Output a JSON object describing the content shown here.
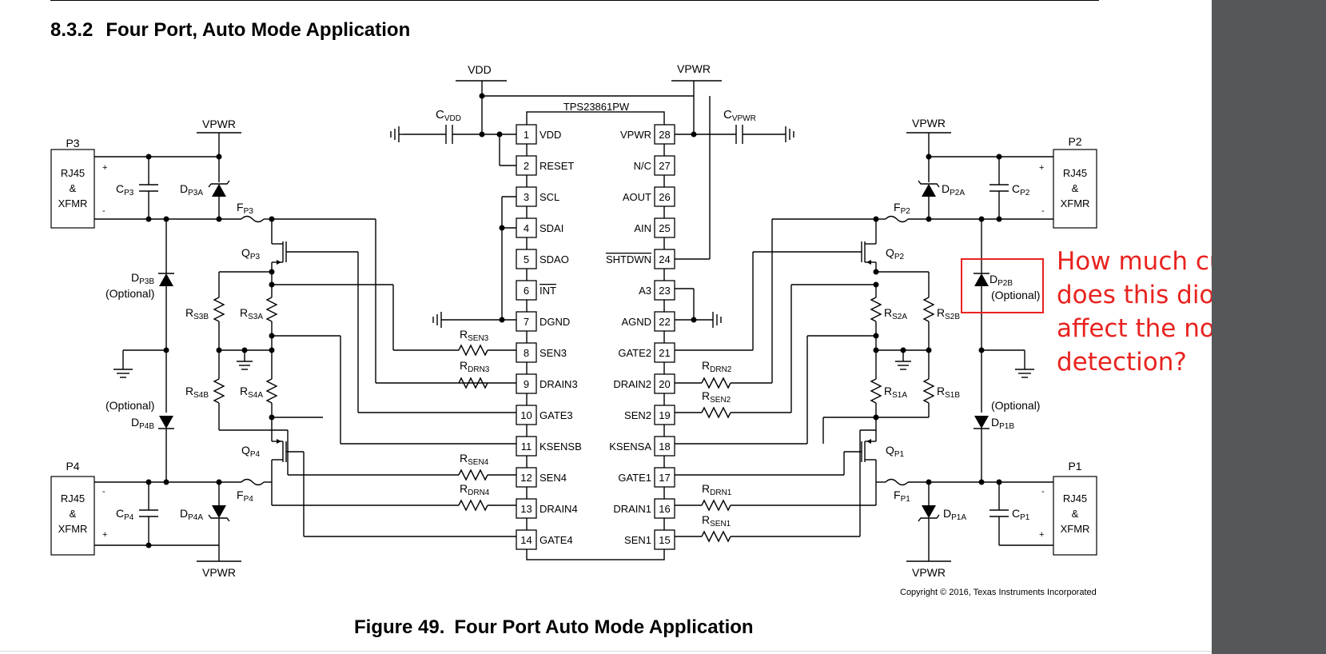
{
  "document": {
    "section_number": "8.3.2",
    "section_title": "Four Port, Auto Mode Application",
    "figure_number": "Figure 49.",
    "figure_title": "Four Port Auto Mode Application",
    "copyright": "Copyright © 2016, Texas Instruments Incorporated"
  },
  "annotation": {
    "text": "How much current does this diode leak affect the normal detection?",
    "color": "#e8231f"
  },
  "schematic": {
    "ic": {
      "part": "TPS23861PW",
      "left_pins": [
        {
          "num": "1",
          "name": "VDD"
        },
        {
          "num": "2",
          "name": "RESET"
        },
        {
          "num": "3",
          "name": "SCL"
        },
        {
          "num": "4",
          "name": "SDAI"
        },
        {
          "num": "5",
          "name": "SDAO"
        },
        {
          "num": "6",
          "name": "INT"
        },
        {
          "num": "7",
          "name": "DGND"
        },
        {
          "num": "8",
          "name": "SEN3"
        },
        {
          "num": "9",
          "name": "DRAIN3"
        },
        {
          "num": "10",
          "name": "GATE3"
        },
        {
          "num": "11",
          "name": "KSENSB"
        },
        {
          "num": "12",
          "name": "SEN4"
        },
        {
          "num": "13",
          "name": "DRAIN4"
        },
        {
          "num": "14",
          "name": "GATE4"
        }
      ],
      "right_pins": [
        {
          "num": "28",
          "name": "VPWR"
        },
        {
          "num": "27",
          "name": "N/C"
        },
        {
          "num": "26",
          "name": "AOUT"
        },
        {
          "num": "25",
          "name": "AIN"
        },
        {
          "num": "24",
          "name": "SHTDWN"
        },
        {
          "num": "23",
          "name": "A3"
        },
        {
          "num": "22",
          "name": "AGND"
        },
        {
          "num": "21",
          "name": "GATE2"
        },
        {
          "num": "20",
          "name": "DRAIN2"
        },
        {
          "num": "19",
          "name": "SEN2"
        },
        {
          "num": "18",
          "name": "KSENSA"
        },
        {
          "num": "17",
          "name": "GATE1"
        },
        {
          "num": "16",
          "name": "DRAIN1"
        },
        {
          "num": "15",
          "name": "SEN1"
        }
      ]
    },
    "rails": {
      "vdd": "VDD",
      "vpwr": "VPWR"
    },
    "caps": {
      "cvdd": {
        "main": "C",
        "sub": "VDD"
      },
      "cvpwr": {
        "main": "C",
        "sub": "VPWR"
      },
      "cp1": {
        "main": "C",
        "sub": "P1"
      },
      "cp2": {
        "main": "C",
        "sub": "P2"
      },
      "cp3": {
        "main": "C",
        "sub": "P3"
      },
      "cp4": {
        "main": "C",
        "sub": "P4"
      }
    },
    "resistors": {
      "rsen1": {
        "main": "R",
        "sub": "SEN1"
      },
      "rsen2": {
        "main": "R",
        "sub": "SEN2"
      },
      "rsen3": {
        "main": "R",
        "sub": "SEN3"
      },
      "rsen4": {
        "main": "R",
        "sub": "SEN4"
      },
      "rdrn1": {
        "main": "R",
        "sub": "DRN1"
      },
      "rdrn2": {
        "main": "R",
        "sub": "DRN2"
      },
      "rdrn3": {
        "main": "R",
        "sub": "DRN3"
      },
      "rdrn4": {
        "main": "R",
        "sub": "DRN4"
      },
      "rs1a": {
        "main": "R",
        "sub": "S1A"
      },
      "rs1b": {
        "main": "R",
        "sub": "S1B"
      },
      "rs2a": {
        "main": "R",
        "sub": "S2A"
      },
      "rs2b": {
        "main": "R",
        "sub": "S2B"
      },
      "rs3a": {
        "main": "R",
        "sub": "S3A"
      },
      "rs3b": {
        "main": "R",
        "sub": "S3B"
      },
      "rs4a": {
        "main": "R",
        "sub": "S4A"
      },
      "rs4b": {
        "main": "R",
        "sub": "S4B"
      }
    },
    "diodes": {
      "dp1a": {
        "main": "D",
        "sub": "P1A"
      },
      "dp1b": {
        "main": "D",
        "sub": "P1B"
      },
      "dp2a": {
        "main": "D",
        "sub": "P2A"
      },
      "dp2b": {
        "main": "D",
        "sub": "P2B"
      },
      "dp3a": {
        "main": "D",
        "sub": "P3A"
      },
      "dp3b": {
        "main": "D",
        "sub": "P3B"
      },
      "dp4a": {
        "main": "D",
        "sub": "P4A"
      },
      "dp4b": {
        "main": "D",
        "sub": "P4B"
      }
    },
    "fuses": {
      "fp1": {
        "main": "F",
        "sub": "P1"
      },
      "fp2": {
        "main": "F",
        "sub": "P2"
      },
      "fp3": {
        "main": "F",
        "sub": "P3"
      },
      "fp4": {
        "main": "F",
        "sub": "P4"
      }
    },
    "fets": {
      "qp1": {
        "main": "Q",
        "sub": "P1"
      },
      "qp2": {
        "main": "Q",
        "sub": "P2"
      },
      "qp3": {
        "main": "Q",
        "sub": "P3"
      },
      "qp4": {
        "main": "Q",
        "sub": "P4"
      }
    },
    "optional_label": "(Optional)",
    "ports": {
      "p1": {
        "name": "P1",
        "l1": "RJ45",
        "l2": "&",
        "l3": "XFMR"
      },
      "p2": {
        "name": "P2",
        "l1": "RJ45",
        "l2": "&",
        "l3": "XFMR"
      },
      "p3": {
        "name": "P3",
        "l1": "RJ45",
        "l2": "&",
        "l3": "XFMR"
      },
      "p4": {
        "name": "P4",
        "l1": "RJ45",
        "l2": "&",
        "l3": "XFMR"
      }
    },
    "plus": "+",
    "minus": "-"
  }
}
